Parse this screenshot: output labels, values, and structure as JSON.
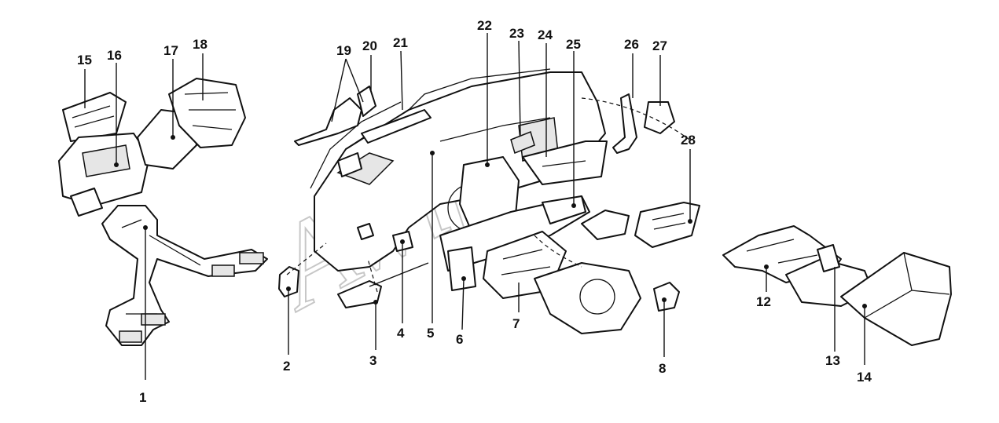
{
  "callouts": [
    {
      "id": "1",
      "text": "1"
    },
    {
      "id": "2",
      "text": "2"
    },
    {
      "id": "3",
      "text": "3"
    },
    {
      "id": "4",
      "text": "4"
    },
    {
      "id": "5",
      "text": "5"
    },
    {
      "id": "6",
      "text": "6"
    },
    {
      "id": "7",
      "text": "7"
    },
    {
      "id": "8",
      "text": "8"
    },
    {
      "id": "12",
      "text": "12"
    },
    {
      "id": "13",
      "text": "13"
    },
    {
      "id": "14",
      "text": "14"
    },
    {
      "id": "15",
      "text": "15"
    },
    {
      "id": "16",
      "text": "16"
    },
    {
      "id": "17",
      "text": "17"
    },
    {
      "id": "18",
      "text": "18"
    },
    {
      "id": "19",
      "text": "19"
    },
    {
      "id": "20",
      "text": "20"
    },
    {
      "id": "21",
      "text": "21"
    },
    {
      "id": "22",
      "text": "22"
    },
    {
      "id": "23",
      "text": "23"
    },
    {
      "id": "24",
      "text": "24"
    },
    {
      "id": "25",
      "text": "25"
    },
    {
      "id": "26",
      "text": "26"
    },
    {
      "id": "27",
      "text": "27"
    },
    {
      "id": "28",
      "text": "28"
    }
  ],
  "watermark": {
    "text": "Awift"
  },
  "colors": {
    "line": "#111111",
    "background": "#ffffff",
    "watermark": "#9a9a9a"
  }
}
